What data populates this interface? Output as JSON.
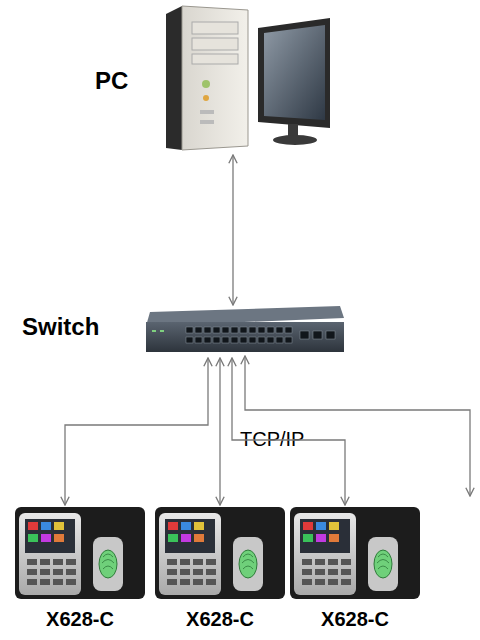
{
  "diagram": {
    "nodes": [
      {
        "text": [
          "PC"
        ]
      },
      {
        "text": [
          "Switch"
        ]
      },
      {
        "text": [
          "X628-C"
        ]
      },
      {
        "text": [
          "X628-C"
        ]
      },
      {
        "text": [
          "X628-C"
        ]
      }
    ],
    "edges": [
      {
        "from": 0,
        "to": 1,
        "arrow": "both"
      },
      {
        "from": 1,
        "to": 2,
        "arrow": "both"
      },
      {
        "from": 1,
        "to": 3,
        "arrow": "both"
      },
      {
        "from": 1,
        "to": 4,
        "arrow": "both"
      }
    ],
    "labels": [
      "TCP/IP"
    ]
  }
}
